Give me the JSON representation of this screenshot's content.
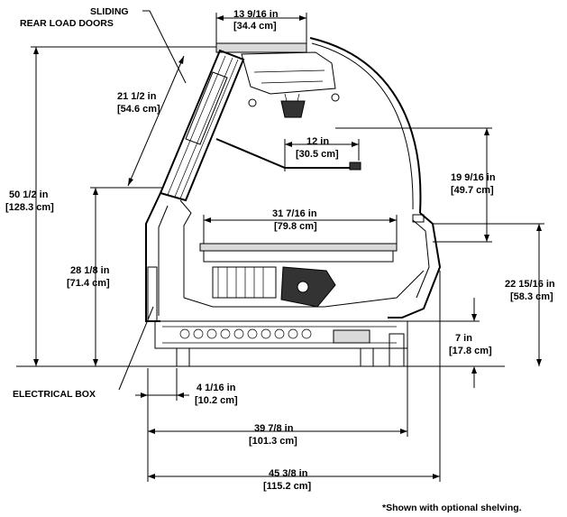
{
  "labels": {
    "sliding_doors_line1": "SLIDING",
    "sliding_doors_line2": "REAR LOAD DOORS",
    "electrical_box": "ELECTRICAL BOX",
    "footnote": "*Shown with optional shelving."
  },
  "dimensions": {
    "top_width_in": "13 9/16 in",
    "top_width_cm": "[34.4 cm]",
    "door_len_in": "21 1/2 in",
    "door_len_cm": "[54.6 cm]",
    "overall_height_in": "50 1/2 in",
    "overall_height_cm": "[128.3 cm]",
    "shelf_depth_in": "12 in",
    "shelf_depth_cm": "[30.5 cm]",
    "upper_height_in": "19 9/16 in",
    "upper_height_cm": "[49.7 cm]",
    "deck_width_in": "31 7/16 in",
    "deck_width_cm": "[79.8 cm]",
    "rear_height_in": "28 1/8 in",
    "rear_height_cm": "[71.4 cm]",
    "front_height_in": "22 15/16 in",
    "front_height_cm": "[58.3 cm]",
    "base_height_in": "7 in",
    "base_height_cm": "[17.8 cm]",
    "elec_offset_in": "4 1/16 in",
    "elec_offset_cm": "[10.2 cm]",
    "case_width_in": "39 7/8 in",
    "case_width_cm": "[101.3 cm]",
    "overall_width_in": "45 3/8 in",
    "overall_width_cm": "[115.2 cm]"
  }
}
